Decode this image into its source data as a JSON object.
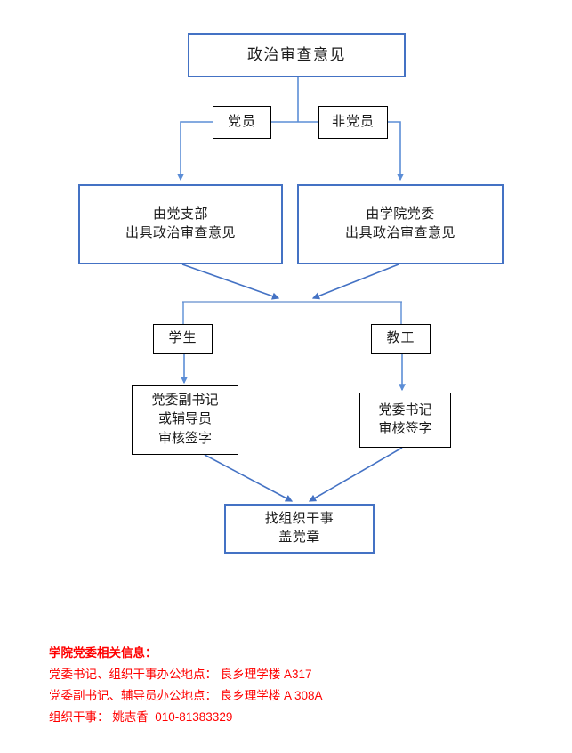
{
  "diagram": {
    "title_box": {
      "lines": [
        "政治审查意见"
      ]
    },
    "branch_labels": {
      "member": "党员",
      "non_member": "非党员",
      "student": "学生",
      "staff": "教工"
    },
    "nodes": {
      "party_branch": {
        "line1": "由党支部",
        "line2": "出具政治审查意见"
      },
      "college_committee": {
        "line1": "由学院党委",
        "line2": "出具政治审查意见"
      },
      "deputy_secretary": {
        "line1": "党委副书记",
        "line2": "或辅导员",
        "line3": "审核签字"
      },
      "party_secretary": {
        "line1": "党委书记",
        "line2": "审核签字"
      },
      "final_step": {
        "line1": "找组织干事",
        "line2": "盖党章"
      }
    },
    "colors": {
      "accent_blue": "#4472C4",
      "connector_blue": "#5B8DD6",
      "box_black": "#000000",
      "footer_red": "#FF0000"
    }
  },
  "footer": {
    "heading": "学院党委相关信息：",
    "lines": [
      "党委书记、组织干事办公地点： 良乡理学楼 A317",
      "党委副书记、辅导员办公地点： 良乡理学楼 A 308A",
      "组织干事： 姚志香  010-81383329"
    ]
  }
}
